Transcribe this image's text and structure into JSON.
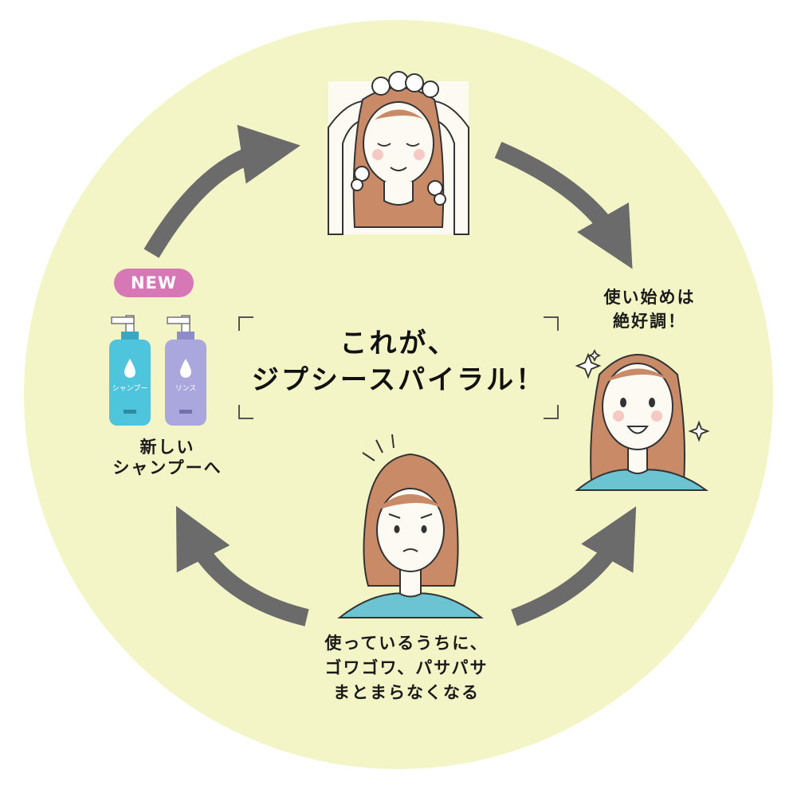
{
  "title": {
    "line1": "これが、",
    "line2": "ジプシースパイラル！"
  },
  "steps": {
    "new_shampoo": {
      "badge": "NEW",
      "line1": "新しい",
      "line2": "シャンプーへ",
      "bottle1_label": "シャンプー",
      "bottle2_label": "リンス"
    },
    "good_start": {
      "line1": "使い始めは",
      "line2": "絶好調！"
    },
    "decline": {
      "line1": "使っているうちに、",
      "line2": "ゴワゴワ、パサパサ",
      "line3": "まとまらなくなる"
    }
  },
  "colors": {
    "circle_fill": "#f4f5c6",
    "arrow": "#6b6b6b",
    "badge": "#d877b5",
    "bottle_shampoo": "#4fc4dd",
    "bottle_rinse": "#a9a7dd",
    "hair": "#c98a68",
    "shirt": "#6cc3d2",
    "skin": "#fdfaf3"
  },
  "icons": [
    "sparkle-icon",
    "worry-lines-icon",
    "foam-icon",
    "drop-icon"
  ]
}
